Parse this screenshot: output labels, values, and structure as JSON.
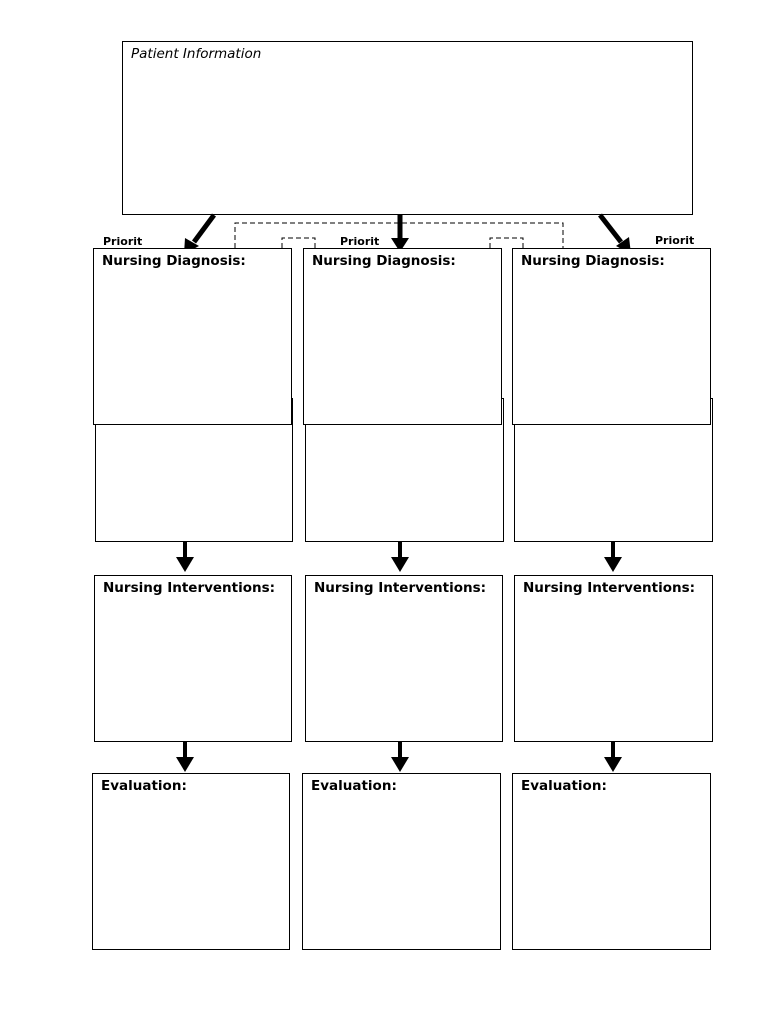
{
  "patient_info_label": "Patient Information",
  "priority_label": "Priorit",
  "columns": [
    {
      "diagnosis_label": "Nursing Diagnosis:",
      "interventions_label": "Nursing Interventions:",
      "evaluation_label": "Evaluation:"
    },
    {
      "diagnosis_label": "Nursing Diagnosis:",
      "interventions_label": "Nursing Interventions:",
      "evaluation_label": "Evaluation:"
    },
    {
      "diagnosis_label": "Nursing Diagnosis:",
      "interventions_label": "Nursing Interventions:",
      "evaluation_label": "Evaluation:"
    }
  ]
}
